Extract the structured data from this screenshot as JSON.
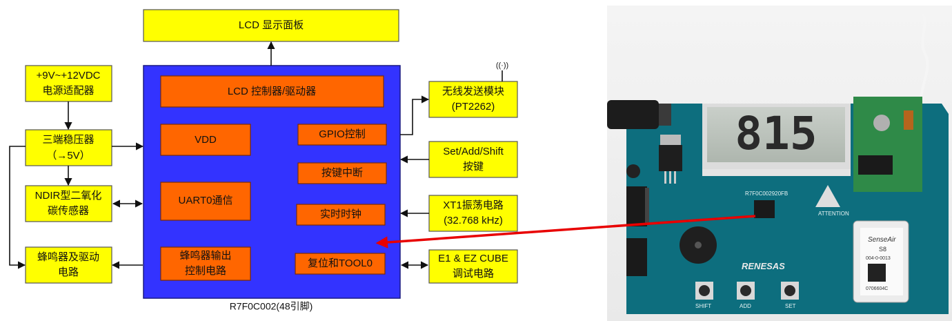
{
  "diagram": {
    "lcd_panel": "LCD 显示面板",
    "power_adapter": [
      "+9V~+12VDC",
      "电源适配器"
    ],
    "regulator": [
      "三端稳压器",
      "（→5V）"
    ],
    "ndir_sensor": [
      "NDIR型二氧化",
      "碳传感器"
    ],
    "buzzer": [
      "蜂鸣器及驱动",
      "电路"
    ],
    "mcu_blocks": {
      "lcd_ctrl": "LCD 控制器/驱动器",
      "vdd": "VDD",
      "gpio": "GPIO控制",
      "uart": "UART0通信",
      "key_int": "按键中断",
      "rtc": "实时时钟",
      "buzzer_out": [
        "蜂鸣器输出",
        "控制电路"
      ],
      "reset": "复位和TOOL0"
    },
    "wireless": [
      "无线发送模块",
      "(PT2262)"
    ],
    "keys": [
      "Set/Add/Shift",
      "按键"
    ],
    "xtal": [
      "XT1振荡电路",
      "(32.768 kHz)"
    ],
    "debug": [
      "E1 & EZ CUBE",
      "调试电路"
    ],
    "mcu_label": "R7F0C002(48引脚)",
    "antenna_symbol": "((·))"
  },
  "photo": {
    "lcd_reading": "815",
    "brand": "RENESAS",
    "chip_mark": "R7F0C002920FB",
    "sensor_brand": "SenseAir",
    "sensor_model": "S8",
    "sensor_part": "004-0-0013",
    "sensor_serial": "0706604C",
    "buttons": [
      "SHIFT",
      "ADD",
      "SET"
    ],
    "attention": "ATTENTION"
  },
  "colors": {
    "yellow": "#ffff00",
    "orange": "#ff6600",
    "mcu_blue": "#3333ff",
    "arrow_red": "#e80000",
    "board_teal": "#0d6e7e"
  }
}
